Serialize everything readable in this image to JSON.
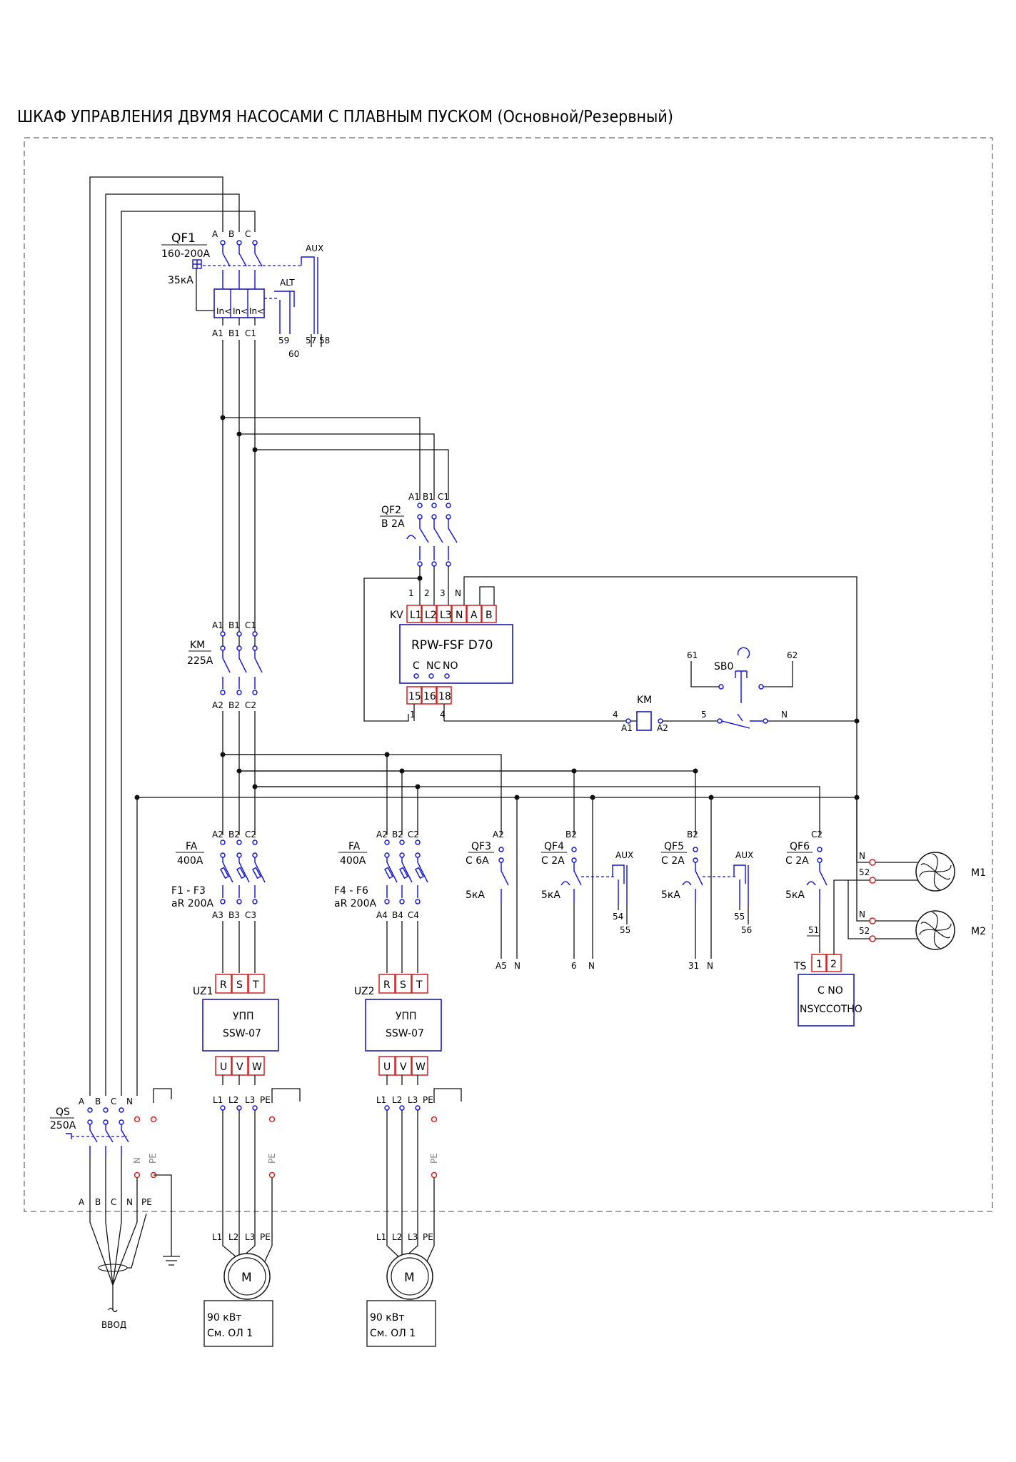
{
  "title": "ШКАФ УПРАВЛЕНИЯ ДВУМЯ НАСОСАМИ С ПЛАВНЫМ ПУСКОМ (Основной/Резервный)",
  "qf1": {
    "name": "QF1",
    "rating": "160-200A",
    "breaking": "35кА",
    "phases": [
      "A",
      "B",
      "C"
    ],
    "out": [
      "A1",
      "B1",
      "C1"
    ],
    "trip_labels": [
      "In<",
      "In<",
      "In<"
    ],
    "aux": "AUX",
    "alt": "ALT",
    "aux_terminals": [
      "57",
      "58"
    ],
    "alt_terminals": [
      "59",
      "60"
    ]
  },
  "qf2": {
    "name": "QF2",
    "rating": "B 2A",
    "in": [
      "A1",
      "B1",
      "C1"
    ]
  },
  "kv": {
    "name": "KV",
    "model": "RPW-FSF D70",
    "wires": [
      "1",
      "2",
      "3",
      "N"
    ],
    "terminals": [
      "L1",
      "L2",
      "L3",
      "N",
      "A",
      "B"
    ],
    "contacts": [
      "C",
      "NC",
      "NO"
    ],
    "out_terminals": [
      "15",
      "16",
      "18"
    ],
    "out_wires": [
      "1",
      "4"
    ]
  },
  "km": {
    "name": "KM",
    "rating": "225A",
    "in": [
      "A1",
      "B1",
      "C1"
    ],
    "out": [
      "A2",
      "B2",
      "C2"
    ],
    "coil": "KM",
    "coil_a1": "A1",
    "coil_a2": "A2",
    "w_in": "4",
    "w_out": "5",
    "w_n": "N"
  },
  "sb0": {
    "name": "SB0",
    "left": "61",
    "right": "62"
  },
  "fa1": {
    "name": "FA",
    "rating": "400A",
    "fuses": "F1 - F3",
    "fuse_type": "aR 200A",
    "in": [
      "A2",
      "B2",
      "C2"
    ],
    "out": [
      "A3",
      "B3",
      "C3"
    ]
  },
  "fa2": {
    "name": "FA",
    "rating": "400A",
    "fuses": "F4 - F6",
    "fuse_type": "aR 200A",
    "in": [
      "A2",
      "B2",
      "C2"
    ],
    "out": [
      "A4",
      "B4",
      "C4"
    ]
  },
  "uz1": {
    "name": "UZ1",
    "in": [
      "R",
      "S",
      "T"
    ],
    "out": [
      "U",
      "V",
      "W"
    ],
    "type": "УПП",
    "model": "SSW-07",
    "out_wires": [
      "L1",
      "L2",
      "L3",
      "PE"
    ]
  },
  "uz2": {
    "name": "UZ2",
    "in": [
      "R",
      "S",
      "T"
    ],
    "out": [
      "U",
      "V",
      "W"
    ],
    "type": "УПП",
    "model": "SSW-07",
    "out_wires": [
      "L1",
      "L2",
      "L3",
      "PE"
    ]
  },
  "qf3": {
    "name": "QF3",
    "rating": "C 6A",
    "breaking": "5кА",
    "in": "A2",
    "out": [
      "A5",
      "N"
    ]
  },
  "qf4": {
    "name": "QF4",
    "rating": "C 2A",
    "breaking": "5кА",
    "in": "B2",
    "out": [
      "6",
      "N"
    ],
    "aux": "AUX",
    "aux_terminals": [
      "54",
      "55"
    ]
  },
  "qf5": {
    "name": "QF5",
    "rating": "C 2A",
    "breaking": "5кА",
    "in": "B2",
    "out": [
      "31",
      "N"
    ],
    "aux": "AUX",
    "aux_terminals": [
      "55",
      "56"
    ]
  },
  "qf6": {
    "name": "QF6",
    "rating": "C 2A",
    "breaking": "5кА",
    "in": "C2",
    "out": "51"
  },
  "ts": {
    "name": "TS",
    "terminals": [
      "1",
      "2"
    ],
    "contacts": "C NO",
    "model": "NSYCCOTHO"
  },
  "fans": [
    {
      "name": "M1",
      "n": "N",
      "w": "52"
    },
    {
      "name": "M2",
      "n": "N",
      "w": "52"
    }
  ],
  "qs": {
    "name": "QS",
    "rating": "250A",
    "top": [
      "A",
      "B",
      "C",
      "N"
    ],
    "bottom": [
      "A",
      "B",
      "C",
      "N",
      "PE"
    ],
    "n": "N",
    "pe": "PE"
  },
  "input_label": "ВВОД",
  "motors": [
    {
      "symbol": "M",
      "wires": [
        "L1",
        "L2",
        "L3",
        "PE"
      ],
      "power": "90 кВт",
      "ref": "См. ОЛ 1",
      "pe": "PE"
    },
    {
      "symbol": "M",
      "wires": [
        "L1",
        "L2",
        "L3",
        "PE"
      ],
      "power": "90 кВт",
      "ref": "См. ОЛ 1",
      "pe": "PE"
    }
  ],
  "colors": {
    "wire": "#111111",
    "device": "#1010d0",
    "terminal": "#d02020",
    "box": "#1a1aa8",
    "frame": "#444444"
  }
}
